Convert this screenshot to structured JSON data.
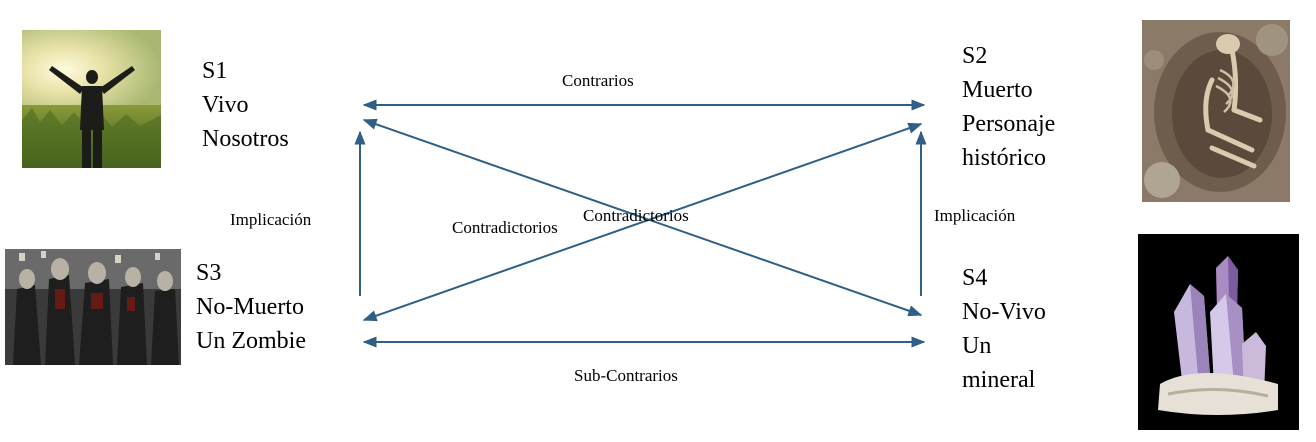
{
  "square": {
    "s1": {
      "code": "S1",
      "term": "Vivo",
      "example": "Nosotros"
    },
    "s2": {
      "code": "S2",
      "term": "Muerto",
      "example_line1": "Personaje",
      "example_line2": "histórico"
    },
    "s3": {
      "code": "S3",
      "term": "No-Muerto",
      "example": "Un Zombie"
    },
    "s4": {
      "code": "S4",
      "term": "No-Vivo",
      "example_line1": "Un",
      "example_line2": "mineral"
    }
  },
  "relations": {
    "contrarios": "Contrarios",
    "subcontrarios": "Sub-Contrarios",
    "implicacion_left": "Implicación",
    "implicacion_right": "Implicación",
    "contradictorios_a": "Contradictorios",
    "contradictorios_b": "Contradictorios"
  },
  "colors": {
    "arrow": "#2f5f86"
  }
}
